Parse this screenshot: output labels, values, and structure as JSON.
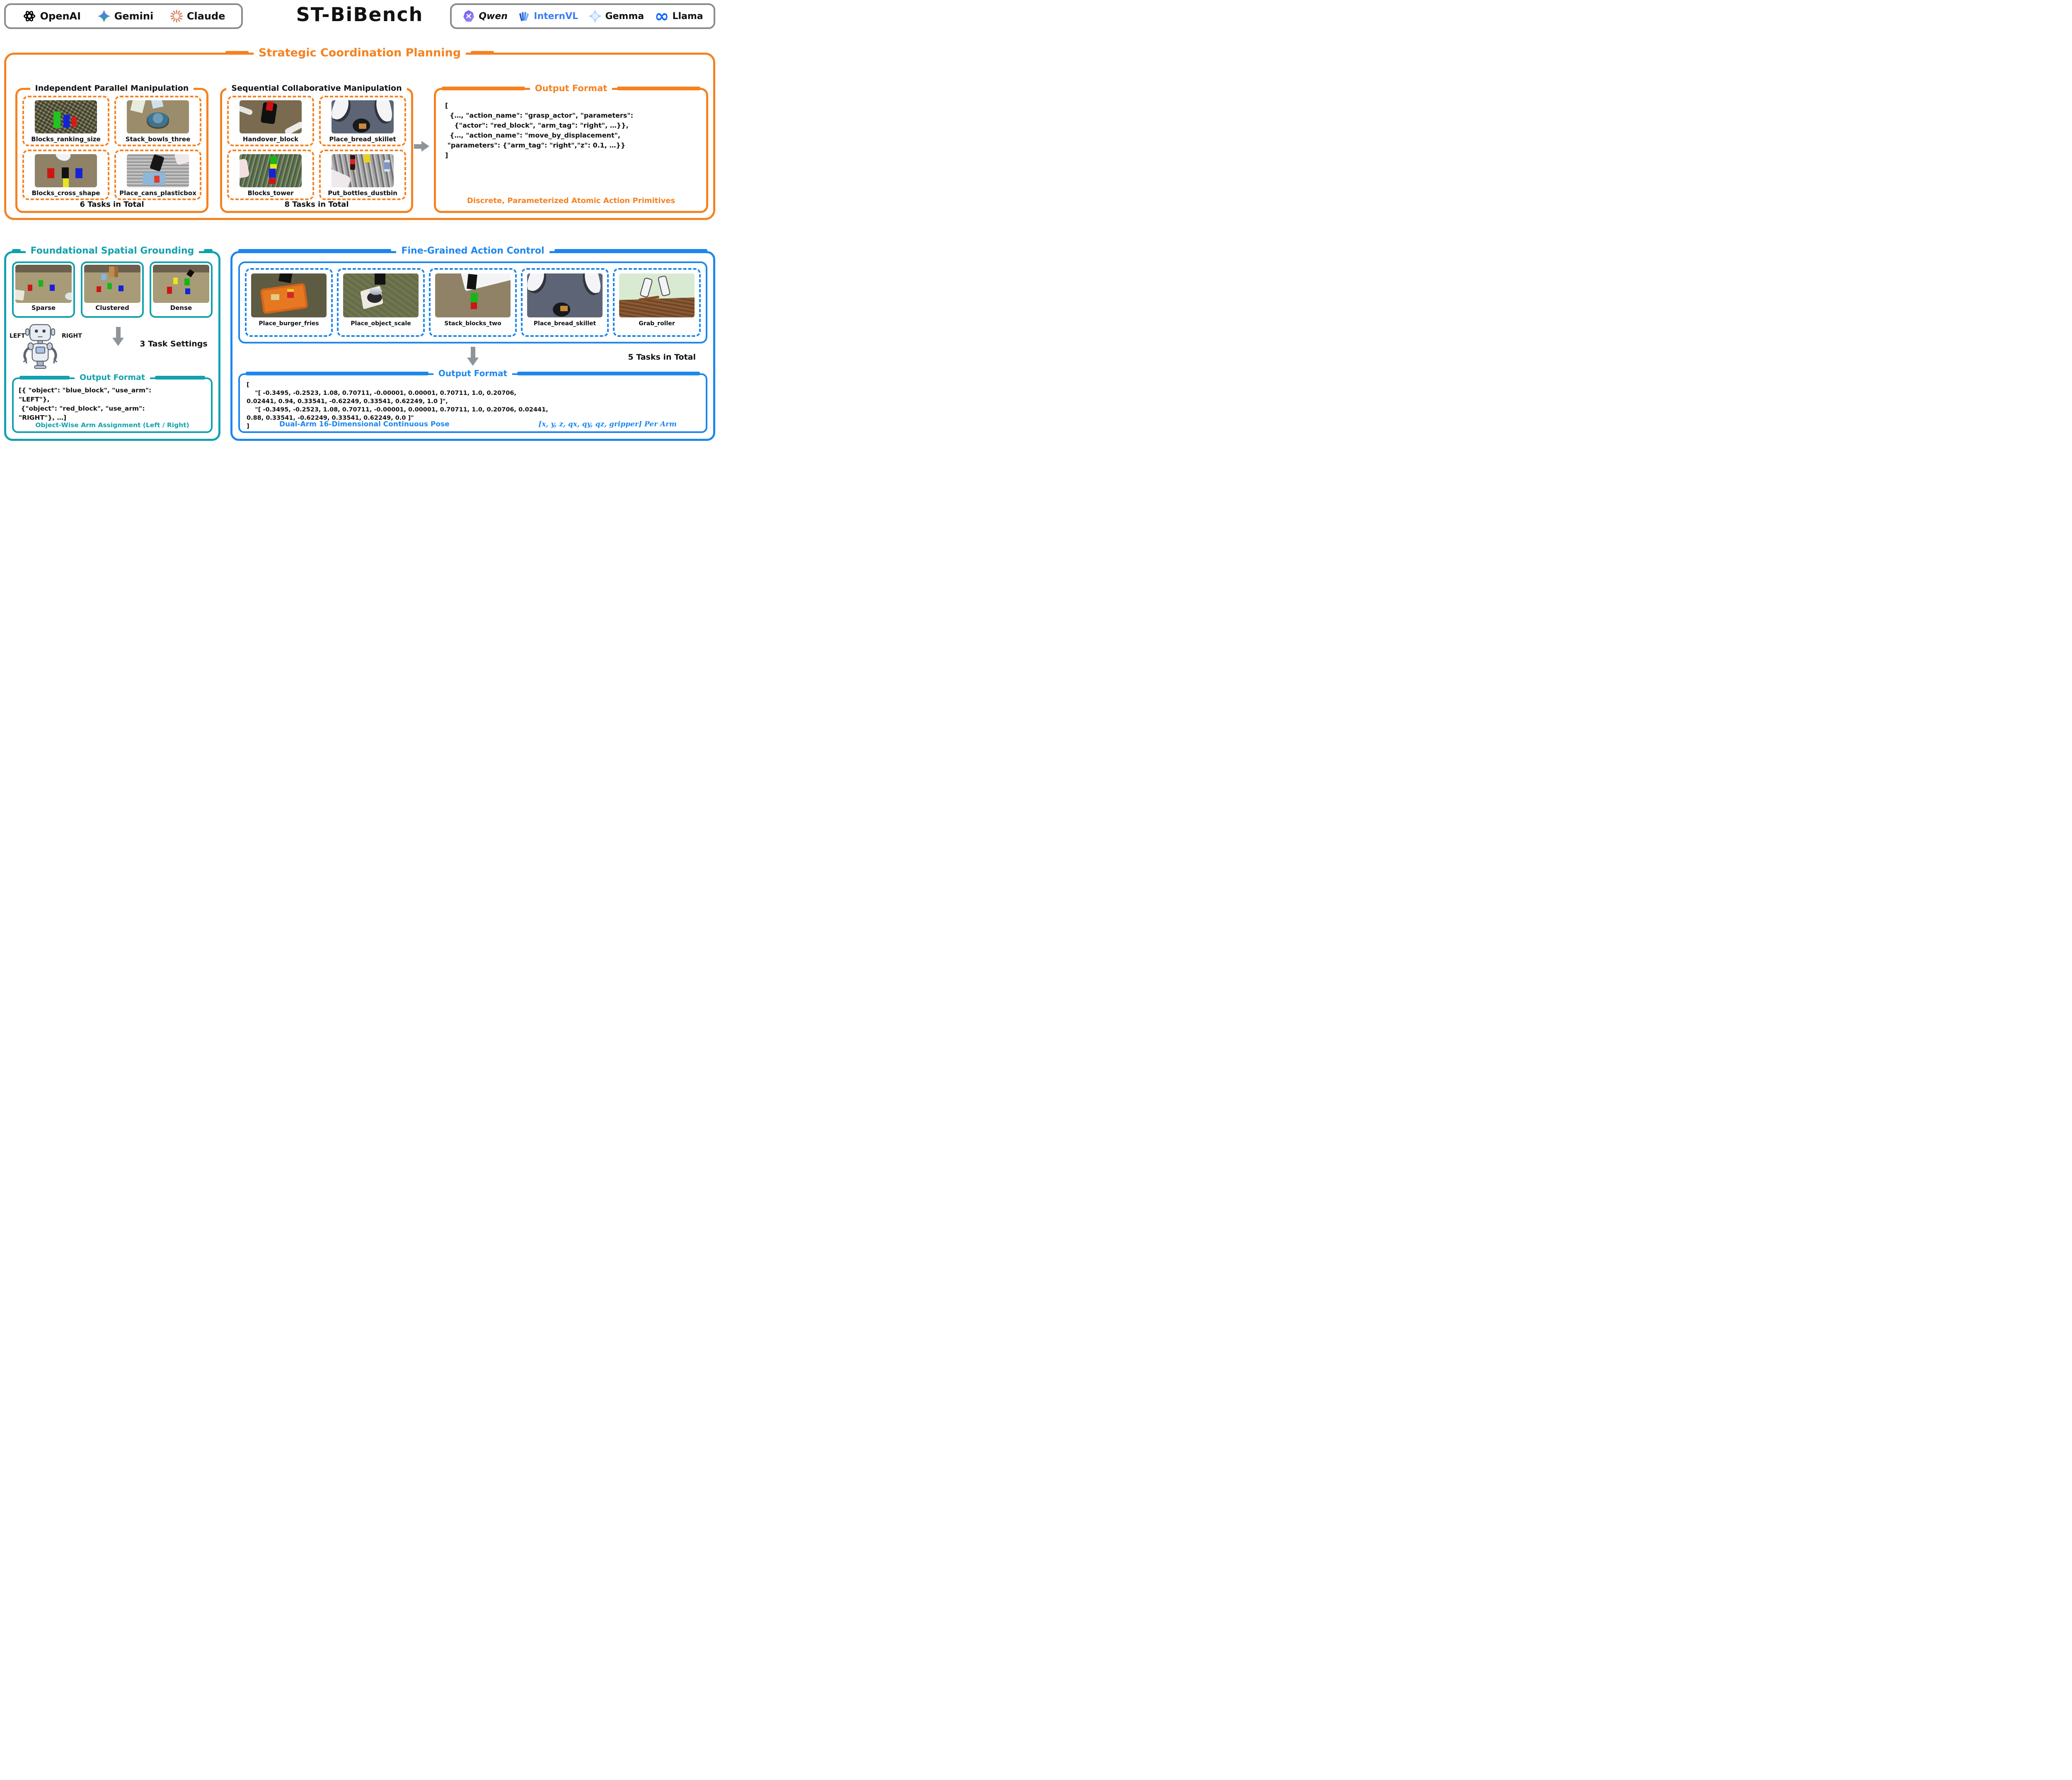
{
  "colors": {
    "orange_accent": "#F58220",
    "teal_accent": "#12A1AE",
    "blue_accent": "#1C87EE",
    "arrow_gray": "#8F9499",
    "header_border": "#8A8A8A",
    "internvl_blue": "#3D7BF4",
    "meta_blue": "#0866FF",
    "claude_coral": "#D97757"
  },
  "header": {
    "title": "ST-BiBench",
    "left_models": [
      {
        "label": "OpenAI",
        "icon": "openai-icon"
      },
      {
        "label": "Gemini",
        "icon": "gemini-icon"
      },
      {
        "label": "Claude",
        "icon": "claude-icon"
      }
    ],
    "right_models": [
      {
        "label": "Qwen",
        "icon": "qwen-icon"
      },
      {
        "label": "InternVL",
        "icon": "internvl-icon"
      },
      {
        "label": "Gemma",
        "icon": "gemma-icon"
      },
      {
        "label": "Llama",
        "icon": "meta-icon"
      }
    ]
  },
  "strategic": {
    "title": "Strategic Coordination Planning",
    "independent": {
      "title": "Independent Parallel Manipulation",
      "tasks": [
        {
          "label": "Blocks_ranking_size"
        },
        {
          "label": "Stack_bowls_three"
        },
        {
          "label": "Blocks_cross_shape"
        },
        {
          "label": "Place_cans_plasticbox"
        }
      ],
      "total": "6 Tasks in Total"
    },
    "sequential": {
      "title": "Sequential Collaborative Manipulation",
      "tasks": [
        {
          "label": "Handover_block"
        },
        {
          "label": "Place_bread_skillet"
        },
        {
          "label": "Blocks_tower"
        },
        {
          "label": "Put_bottles_dustbin"
        }
      ],
      "total": "8 Tasks in Total"
    },
    "output": {
      "title": "Output Format",
      "code_lines": [
        "[",
        "  {…, \"action_name\": \"grasp_actor\", \"parameters\":",
        "    {\"actor\": \"red_block\", \"arm_tag\": \"right\", …}},",
        "  {…, \"action_name\": \"move_by_displacement\",",
        " \"parameters\": {\"arm_tag\": \"right\",\"z\": 0.1, …}}",
        "]"
      ],
      "caption": "Discrete, Parameterized Atomic Action Primitives"
    }
  },
  "spatial": {
    "title": "Foundational Spatial Grounding",
    "settings": [
      {
        "label": "Sparse"
      },
      {
        "label": "Clustered"
      },
      {
        "label": "Dense"
      }
    ],
    "robot_left": "LEFT",
    "robot_right": "RIGHT",
    "settings_note": "3 Task Settings",
    "output": {
      "title": "Output Format",
      "code_lines": [
        "[{ \"object\": \"blue_block\", \"use_arm\":",
        "\"LEFT\"},",
        " {\"object\": \"red_block\", \"use_arm\":",
        "\"RIGHT\"}, …]"
      ],
      "caption": "Object-Wise Arm Assignment (Left / Right)"
    }
  },
  "action": {
    "title": "Fine-Grained Action Control",
    "tasks": [
      {
        "label": "Place_burger_fries"
      },
      {
        "label": "Place_object_scale"
      },
      {
        "label": "Stack_blocks_two"
      },
      {
        "label": "Place_bread_skillet"
      },
      {
        "label": "Grab_roller"
      }
    ],
    "total": "5 Tasks in Total",
    "output": {
      "title": "Output Format",
      "code_lines": [
        "[",
        "    \"[ -0.3495, -0.2523, 1.08, 0.70711, -0.00001, 0.00001, 0.70711, 1.0, 0.20706,",
        "0.02441, 0.94, 0.33541, -0.62249, 0.33541, 0.62249, 1.0 ]\",",
        "    \"[ -0.3495, -0.2523, 1.08, 0.70711, -0.00001, 0.00001, 0.70711, 1.0, 0.20706, 0.02441,",
        "0.88, 0.33541, -0.62249, 0.33541, 0.62249, 0.0 ]\"",
        "]"
      ],
      "caption_left": "Dual-Arm 16-Dimensional Continuous Pose",
      "caption_right": "[x, y, z, qx, qy, qz, gripper] Per Arm"
    }
  }
}
